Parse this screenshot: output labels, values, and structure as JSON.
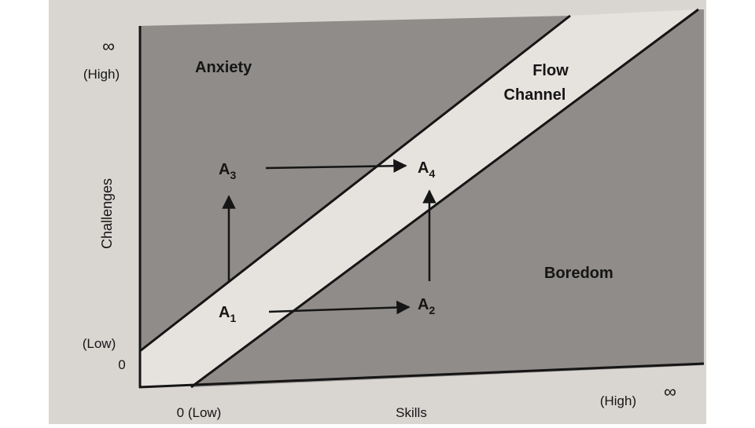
{
  "axes": {
    "y_infinity": "∞",
    "y_high": "(High)",
    "y_title": "Challenges",
    "y_low": "(Low)",
    "y_zero": "0",
    "x_low": "0 (Low)",
    "x_title": "Skills",
    "x_high": "(High)",
    "x_infinity": "∞"
  },
  "regions": {
    "anxiety": "Anxiety",
    "flow_line1": "Flow",
    "flow_line2": "Channel",
    "boredom": "Boredom"
  },
  "points": {
    "a1": {
      "base": "A",
      "sub": "1"
    },
    "a2": {
      "base": "A",
      "sub": "2"
    },
    "a3": {
      "base": "A",
      "sub": "3"
    },
    "a4": {
      "base": "A",
      "sub": "4"
    }
  },
  "colors": {
    "page_outer": "#ffffff",
    "paper": "#d9d6d2",
    "shade": "#8f8c89",
    "channel": "#e6e3df",
    "ink": "#151515"
  }
}
